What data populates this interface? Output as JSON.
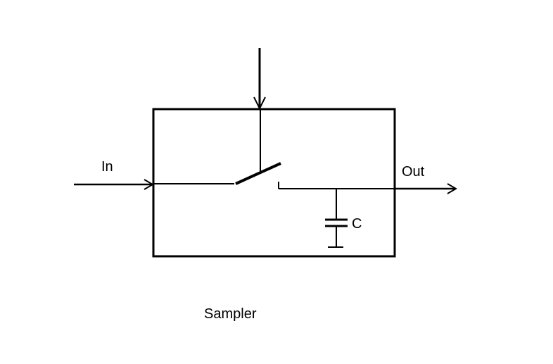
{
  "labels": {
    "input": "In",
    "output": "Out",
    "capacitor": "C",
    "caption": "Sampler"
  },
  "colors": {
    "stroke": "#000000",
    "background": "#ffffff"
  }
}
